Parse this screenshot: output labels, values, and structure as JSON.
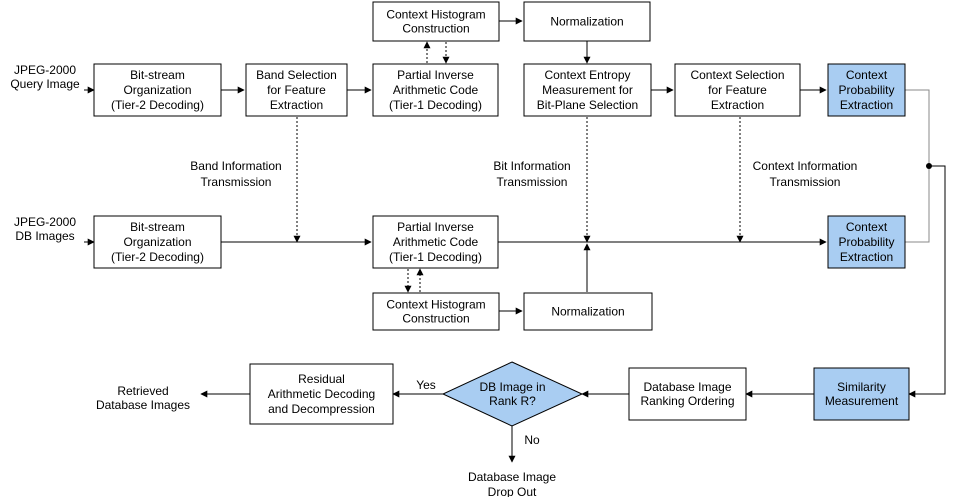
{
  "inputs": {
    "query": [
      "JPEG-2000",
      "Query Image"
    ],
    "db": [
      "JPEG-2000",
      "DB Images"
    ]
  },
  "nodes": {
    "bitstream_q": [
      "Bit-stream",
      "Organization",
      "(Tier-2 Decoding)"
    ],
    "band_selection": [
      "Band Selection",
      "for Feature",
      "Extraction"
    ],
    "ctx_hist_top": [
      "Context Histogram",
      "Construction"
    ],
    "partial_inverse_q": [
      "Partial Inverse",
      "Arithmetic Code",
      "(Tier-1 Decoding)"
    ],
    "normalization_top": [
      "Normalization"
    ],
    "ctx_entropy": [
      "Context Entropy",
      "Measurement for",
      "Bit-Plane Selection"
    ],
    "ctx_selection": [
      "Context Selection",
      "for Feature",
      "Extraction"
    ],
    "ctx_prob_q": [
      "Context",
      "Probability",
      "Extraction"
    ],
    "bitstream_db": [
      "Bit-stream",
      "Organization",
      "(Tier-2 Decoding)"
    ],
    "partial_inverse_db": [
      "Partial Inverse",
      "Arithmetic Code",
      "(Tier-1 Decoding)"
    ],
    "ctx_prob_db": [
      "Context",
      "Probability",
      "Extraction"
    ],
    "ctx_hist_bottom": [
      "Context Histogram",
      "Construction"
    ],
    "normalization_bottom": [
      "Normalization"
    ],
    "similarity": [
      "Similarity",
      "Measurement"
    ],
    "ranking": [
      "Database Image",
      "Ranking Ordering"
    ],
    "decision": [
      "DB Image in",
      "Rank R?"
    ],
    "residual": [
      "Residual",
      "Arithmetic Decoding",
      "and Decompression"
    ]
  },
  "labels": {
    "band_info": [
      "Band Information",
      "Transmission"
    ],
    "bit_info": [
      "Bit Information",
      "Transmission"
    ],
    "context_info": [
      "Context Information",
      "Transmission"
    ],
    "yes": [
      "Yes"
    ],
    "no": [
      "No"
    ],
    "retrieved": [
      "Retrieved",
      "Database Images"
    ],
    "drop_out": [
      "Database Image",
      "Drop Out"
    ]
  },
  "colors": {
    "highlight": "#a9cdf2",
    "stroke": "#000000"
  }
}
